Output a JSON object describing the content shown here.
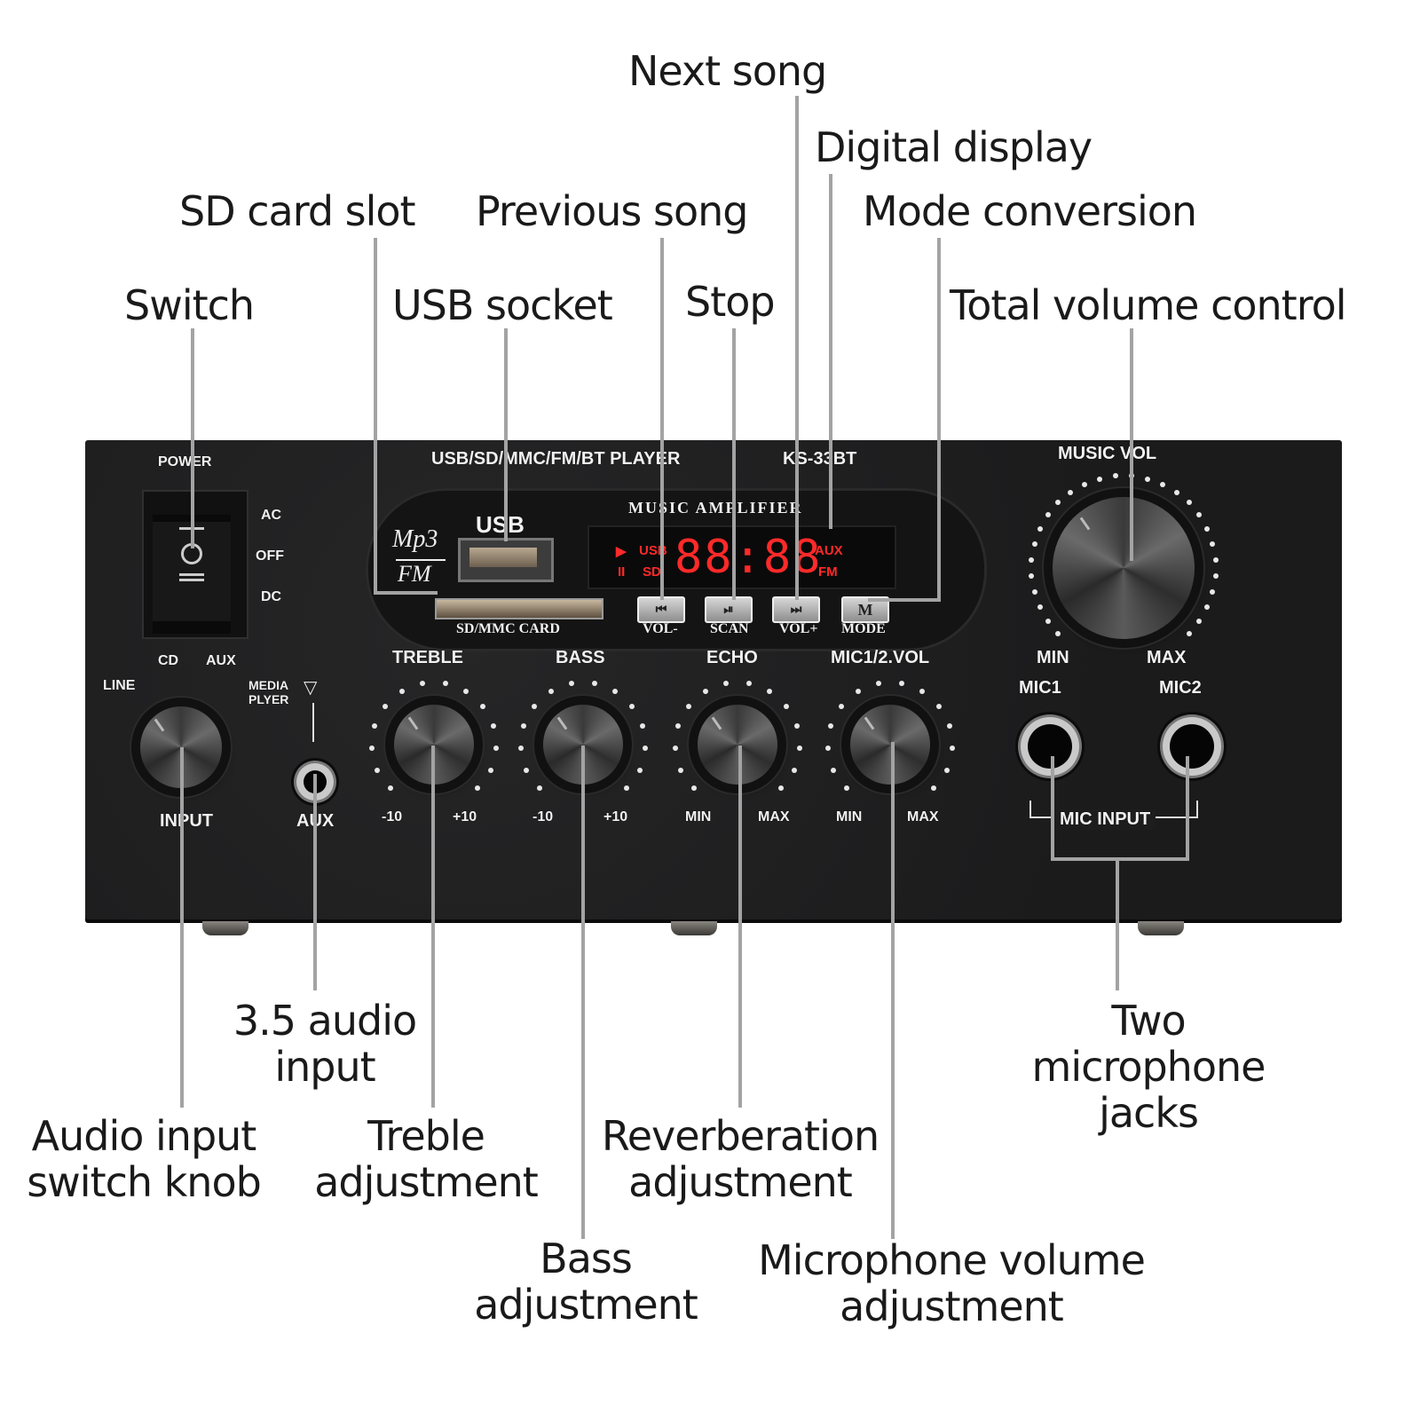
{
  "callouts_top": [
    {
      "id": "next-song",
      "text": "Next song"
    },
    {
      "id": "digital-display",
      "text": "Digital display"
    },
    {
      "id": "sd-card-slot",
      "text": "SD card slot"
    },
    {
      "id": "previous-song",
      "text": "Previous song"
    },
    {
      "id": "mode-conversion",
      "text": "Mode conversion"
    },
    {
      "id": "switch",
      "text": "Switch"
    },
    {
      "id": "usb-socket",
      "text": "USB socket"
    },
    {
      "id": "stop",
      "text": "Stop"
    },
    {
      "id": "total-volume-control",
      "text": "Total volume control"
    }
  ],
  "callouts_bottom": [
    {
      "id": "audio-35-input",
      "text": "3.5 audio\ninput"
    },
    {
      "id": "two-mic-jacks",
      "text": "Two microphone\njacks"
    },
    {
      "id": "audio-input-switch-knob",
      "text": "Audio input\nswitch knob"
    },
    {
      "id": "treble-adjustment",
      "text": "Treble\nadjustment"
    },
    {
      "id": "reverb-adjustment",
      "text": "Reverberation\nadjustment"
    },
    {
      "id": "bass-adjustment",
      "text": "Bass\nadjustment"
    },
    {
      "id": "mic-volume-adjustment",
      "text": "Microphone volume\nadjustment"
    }
  ],
  "panel": {
    "power_label": "POWER",
    "power_positions": [
      "AC",
      "OFF",
      "DC"
    ],
    "header": "USB/SD/MMC/FM/BT PLAYER",
    "model": "KS-33BT",
    "subtitle": "MUSIC AMPLIFIER",
    "logo_top": "Mp3",
    "logo_bottom": "FM",
    "usb_label": "USB",
    "sd_label": "SD/MMC CARD",
    "display": {
      "digits": "88:88",
      "left_top": "USB",
      "left_bottom": "SD",
      "right_top": "AUX",
      "right_bottom": "FM",
      "play_icon": "▶",
      "pause_icon": "II",
      "color": "#ff2a2a"
    },
    "buttons": [
      {
        "icon": "⏮",
        "label": "VOL-"
      },
      {
        "icon": "⏯",
        "label": "SCAN"
      },
      {
        "icon": "⏭",
        "label": "VOL+"
      },
      {
        "icon": "M",
        "label": "MODE"
      }
    ],
    "music_vol": {
      "label": "MUSIC VOL",
      "min": "MIN",
      "max": "MAX"
    },
    "input_selector": {
      "label": "INPUT",
      "positions": [
        "LINE",
        "CD",
        "AUX",
        "MEDIA",
        "PLYER"
      ]
    },
    "aux_jack": {
      "label": "AUX",
      "arrow": "▽"
    },
    "knobs": [
      {
        "label": "TREBLE",
        "min": "-10",
        "max": "+10"
      },
      {
        "label": "BASS",
        "min": "-10",
        "max": "+10"
      },
      {
        "label": "ECHO",
        "min": "MIN",
        "max": "MAX"
      },
      {
        "label": "MIC1/2.VOL",
        "min": "MIN",
        "max": "MAX"
      }
    ],
    "mic_jacks": {
      "mic1": "MIC1",
      "mic2": "MIC2",
      "group_label": "MIC INPUT"
    }
  }
}
